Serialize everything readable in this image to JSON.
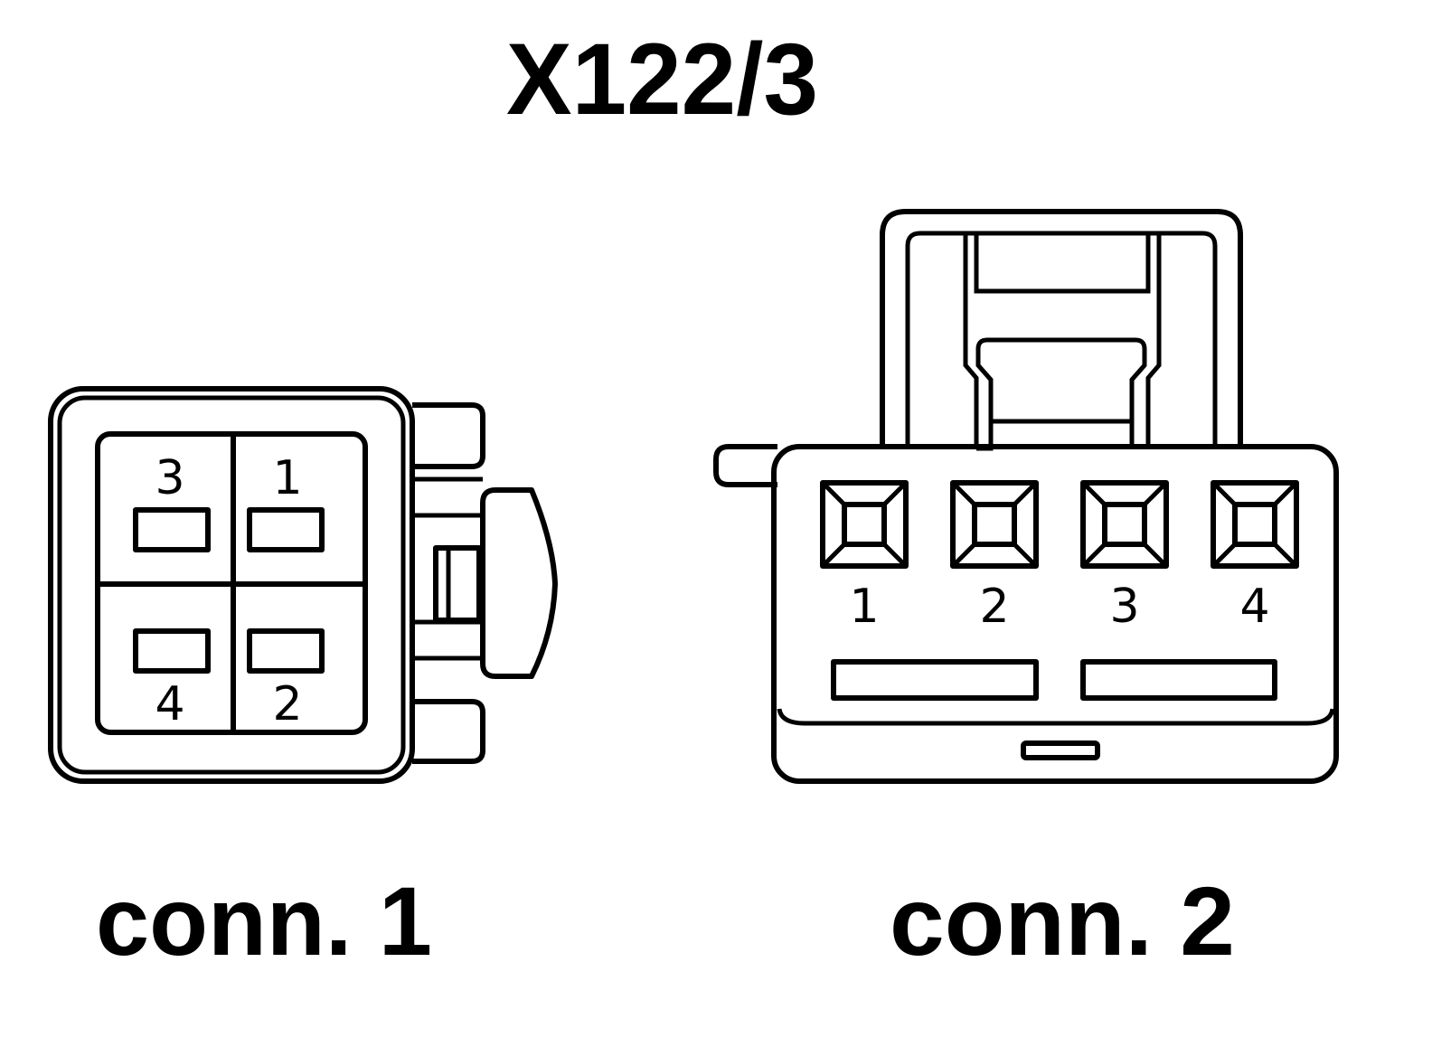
{
  "title": "X122/3",
  "connectors": [
    {
      "label": "conn. 1",
      "pins": [
        {
          "number": "3"
        },
        {
          "number": "1"
        },
        {
          "number": "4"
        },
        {
          "number": "2"
        }
      ]
    },
    {
      "label": "conn. 2",
      "pins": [
        {
          "number": "1"
        },
        {
          "number": "2"
        },
        {
          "number": "3"
        },
        {
          "number": "4"
        }
      ]
    }
  ]
}
